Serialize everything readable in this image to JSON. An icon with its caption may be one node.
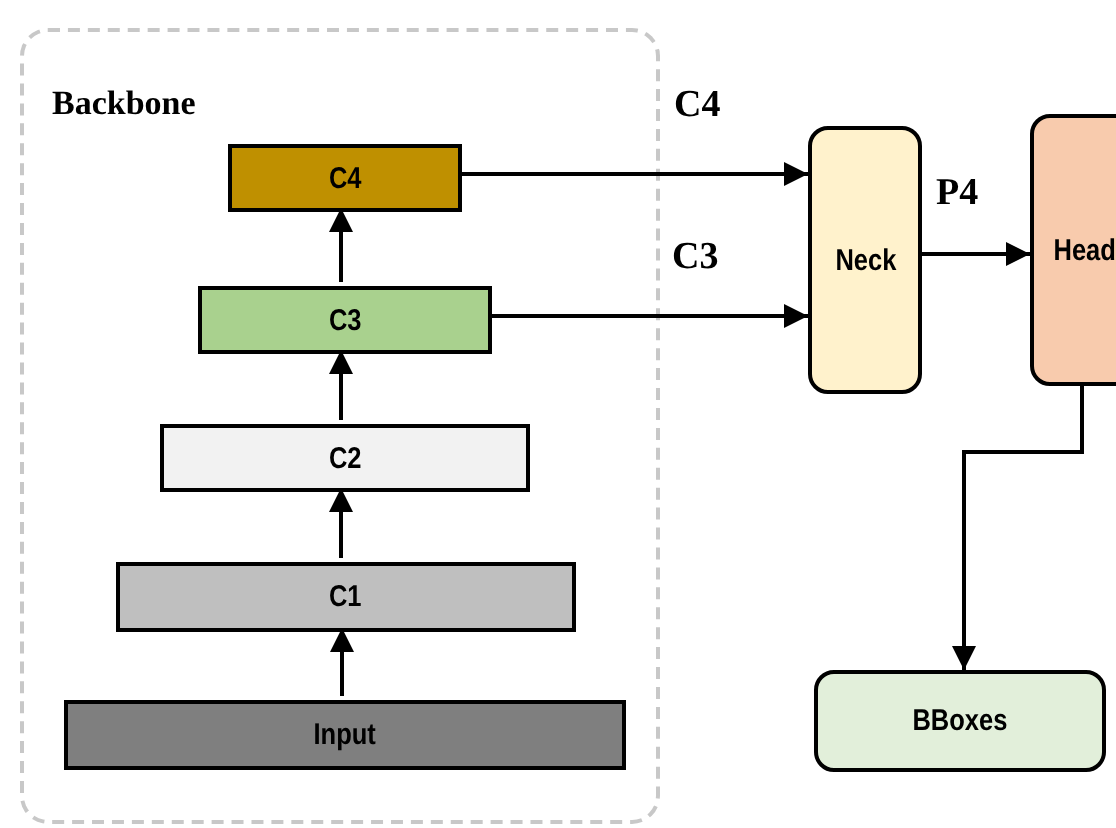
{
  "diagram": {
    "nodes": [
      {
        "text": [
          "Backbone"
        ]
      },
      {
        "text": [
          "C4"
        ],
        "in": 0
      },
      {
        "text": [
          "C3"
        ],
        "in": 0
      },
      {
        "text": [
          "C2"
        ],
        "in": 0
      },
      {
        "text": [
          "C1"
        ],
        "in": 0
      },
      {
        "text": [
          "Input"
        ],
        "in": 0
      },
      {
        "text": [
          "Neck"
        ]
      },
      {
        "text": [
          "Head"
        ]
      },
      {
        "text": [
          "BBoxes"
        ]
      }
    ],
    "edges": [
      {
        "from": 5,
        "to": 4,
        "arrow": "to"
      },
      {
        "from": 4,
        "to": 3,
        "arrow": "to"
      },
      {
        "from": 3,
        "to": 2,
        "arrow": "to"
      },
      {
        "from": 2,
        "to": 1,
        "arrow": "to"
      },
      {
        "from": 1,
        "to": 6,
        "arrow": "to",
        "label": "C4"
      },
      {
        "from": 2,
        "to": 6,
        "arrow": "to",
        "label": "C3"
      },
      {
        "from": 6,
        "to": 7,
        "arrow": "to",
        "label": "P4"
      },
      {
        "from": 7,
        "to": 8,
        "arrow": "to"
      }
    ]
  }
}
